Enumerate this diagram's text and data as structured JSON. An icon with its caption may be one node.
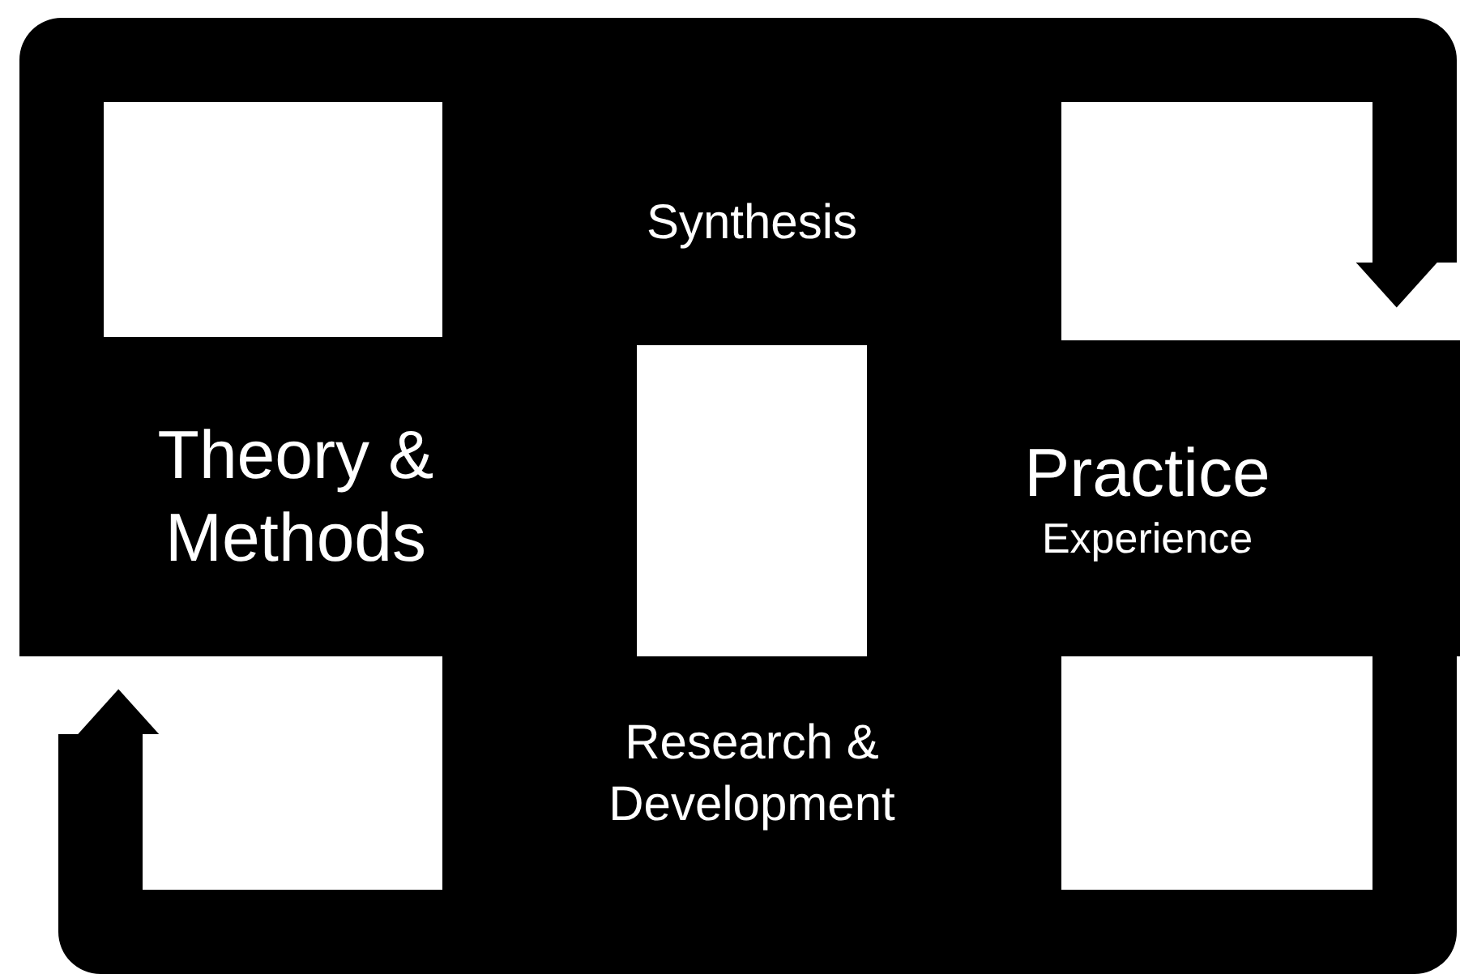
{
  "diagram": {
    "nodes": [
      {
        "text": [
          "Theory & Methods"
        ]
      },
      {
        "text": [
          "Practice",
          "Experience"
        ]
      }
    ],
    "edges": [
      {
        "from": 0,
        "to": 1,
        "arrow": "to",
        "label": "Synthesis"
      },
      {
        "from": 1,
        "to": 0,
        "arrow": "to",
        "label": "Research & Development"
      }
    ]
  }
}
